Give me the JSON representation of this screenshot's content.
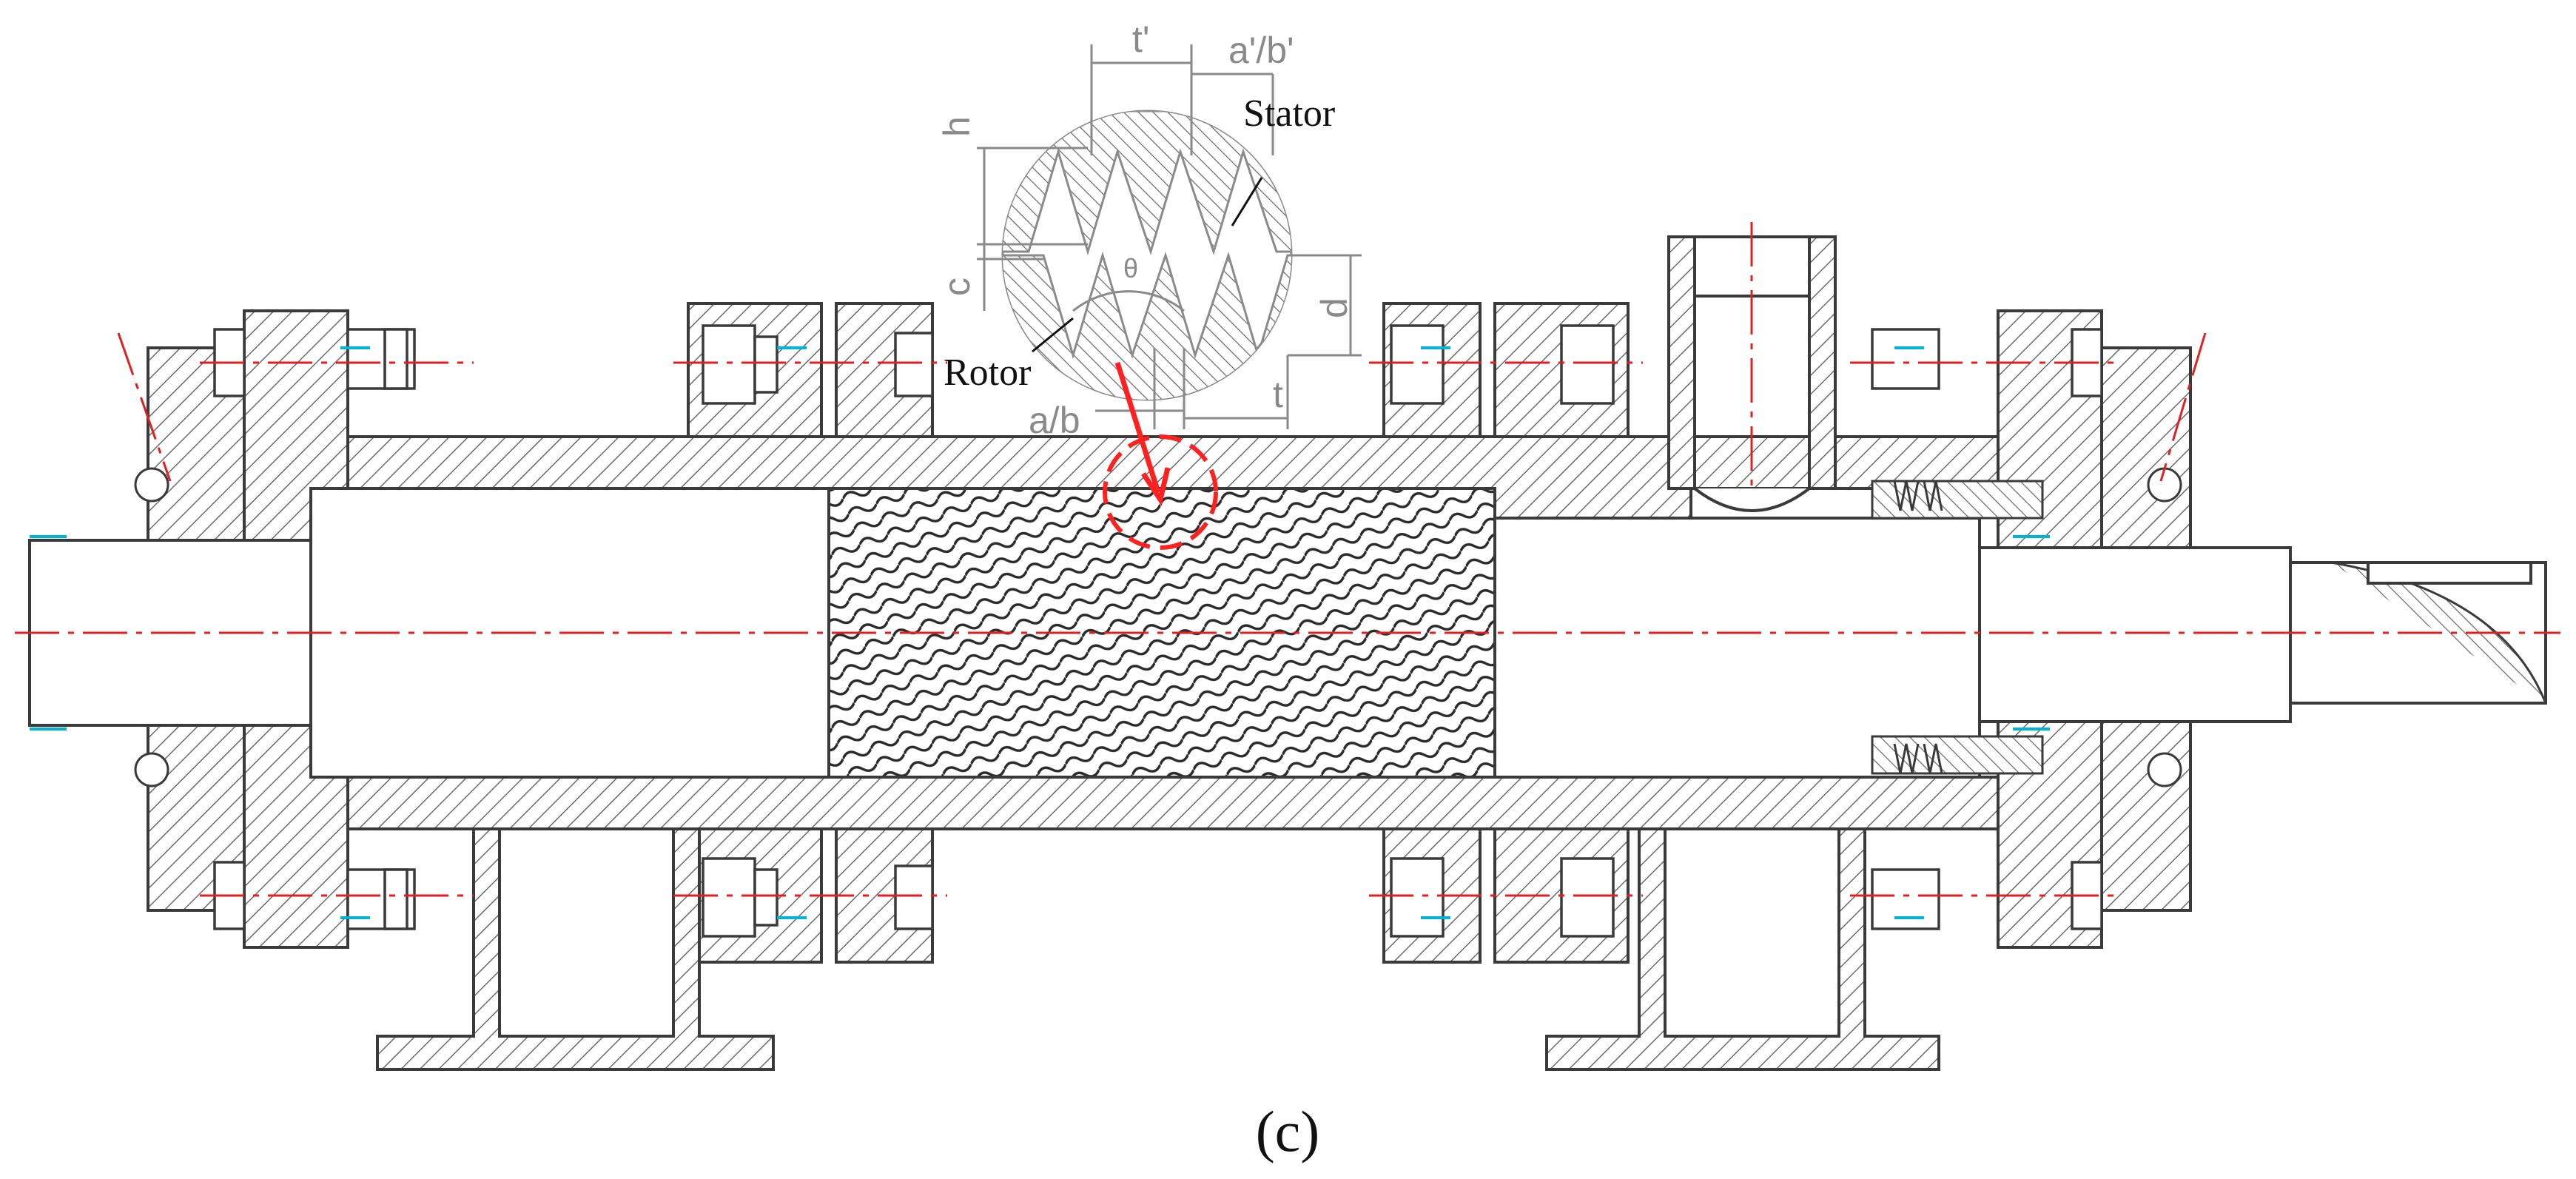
{
  "labels": {
    "stator": "Stator",
    "rotor": "Rotor",
    "t_prime": "t'",
    "a_b_prime": "a'/b'",
    "h": "h",
    "c": "c",
    "d": "d",
    "theta": "θ",
    "t": "t",
    "a_b": "a/b"
  },
  "caption": "(c)",
  "colors": {
    "line": "#3a3a3a",
    "hatch": "#6a6a6a",
    "center_line": "#e02020",
    "accent": "#00b4d8",
    "dimension": "#8a8a8a",
    "marker": "#ff2020"
  }
}
